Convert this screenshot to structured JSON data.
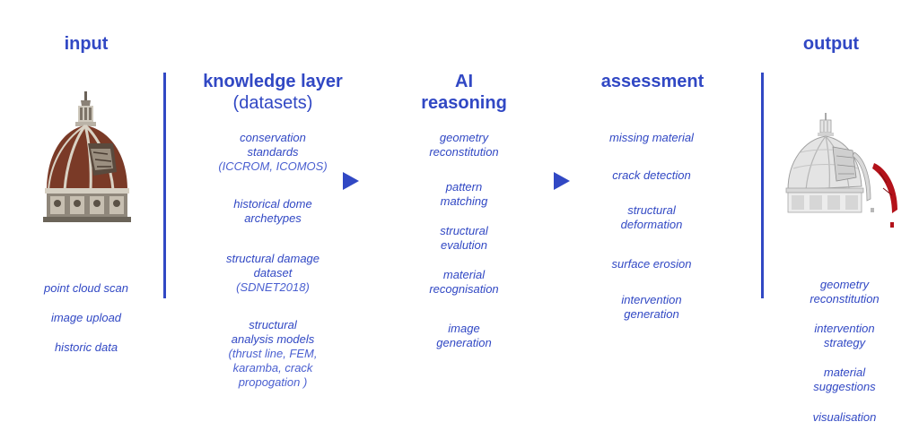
{
  "columns": {
    "input": {
      "title": "input",
      "items": [
        "point cloud scan",
        "image upload",
        "historic data"
      ]
    },
    "knowledge": {
      "title_line1": "knowledge layer",
      "title_line2": "(datasets)",
      "items": [
        {
          "main": [
            "conservation",
            "standards"
          ],
          "detail": [
            "(ICCROM, ICOMOS)"
          ]
        },
        {
          "main": [
            "historical dome",
            "archetypes"
          ],
          "detail": []
        },
        {
          "main": [
            "structural damage",
            "dataset"
          ],
          "detail": [
            "(SDNET2018)"
          ]
        },
        {
          "main": [
            "structural",
            "analysis models"
          ],
          "detail": [
            "(thrust line, FEM,",
            "karamba, crack",
            "propogation )"
          ]
        }
      ]
    },
    "reasoning": {
      "title_line1": "AI",
      "title_line2": "reasoning",
      "items": [
        [
          "geometry",
          "reconstitution"
        ],
        [
          "pattern",
          "matching"
        ],
        [
          "structural",
          "evalution"
        ],
        [
          "material",
          "recognisation"
        ],
        [
          "image",
          "generation"
        ]
      ]
    },
    "assessment": {
      "title": "assessment",
      "items": [
        [
          "missing material"
        ],
        [
          "crack detection"
        ],
        [
          "structural",
          "deformation"
        ],
        [
          "surface erosion"
        ],
        [
          "intervention",
          "generation"
        ]
      ]
    },
    "output": {
      "title": "output",
      "items": [
        [
          "geometry",
          "reconstitution"
        ],
        [
          "intervention",
          "strategy"
        ],
        [
          "material",
          "suggestions"
        ],
        [
          "visualisation"
        ]
      ]
    }
  },
  "images": {
    "input_dome": "dome-model",
    "output_dome": "dome-wireframe-with-damage"
  },
  "colors": {
    "accent": "#3148c4",
    "damage": "#b3121a"
  }
}
